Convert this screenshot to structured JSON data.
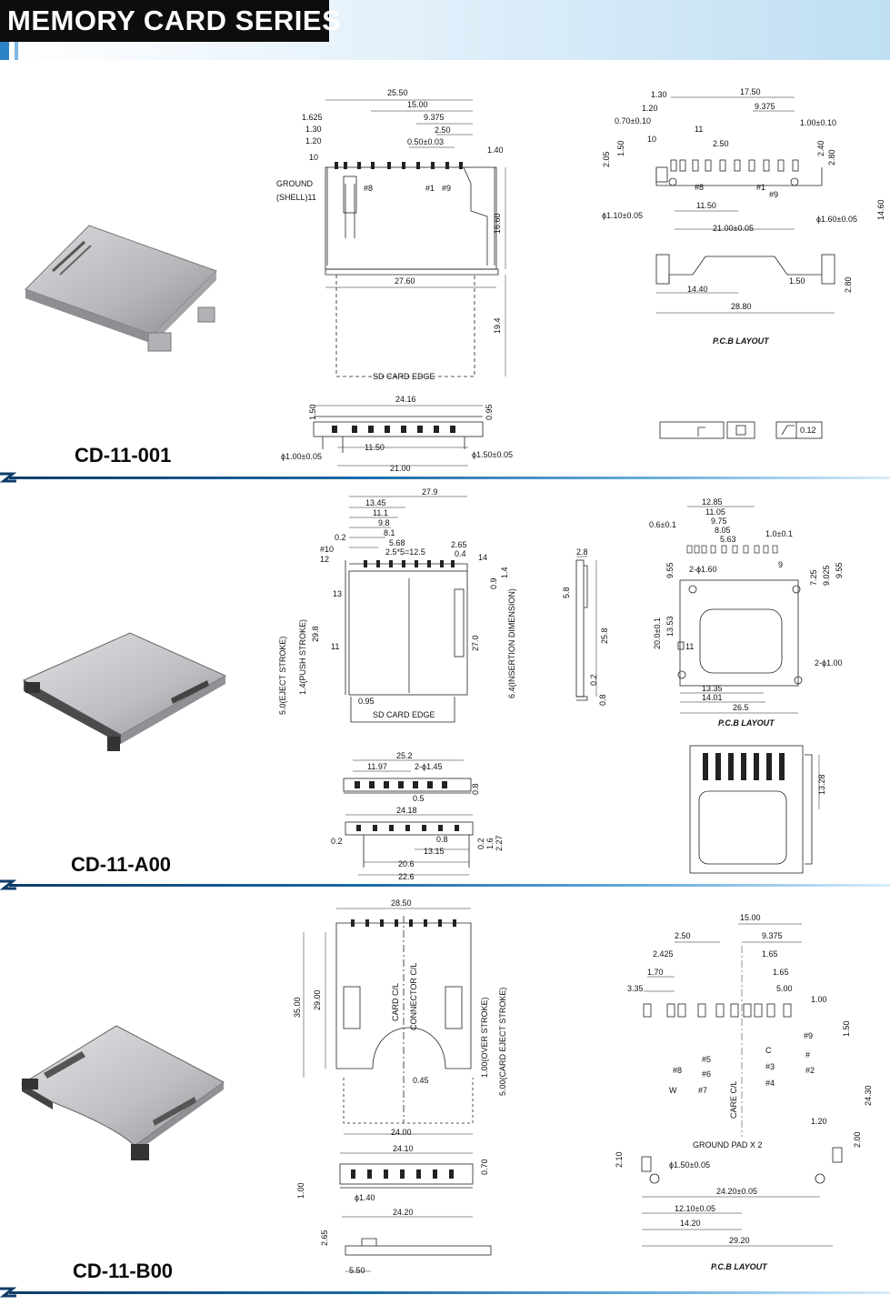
{
  "header": {
    "title": "MEMORY CARD SERIES"
  },
  "sections": [
    {
      "model": "CD-11-001",
      "pcb_label": "P.C.B LAYOUT",
      "card_edge_label": "SD CARD EDGE",
      "dims_top": [
        "25.50",
        "15.00",
        "9.375",
        "2.50",
        "0.50±0.03",
        "1.625",
        "1.30",
        "1.20",
        "10",
        "1.40",
        "16.60",
        "27.60",
        "19.4"
      ],
      "labels_top": [
        "GROUND",
        "(SHELL)11",
        "#8",
        "#1",
        "#9"
      ],
      "dims_front": [
        "24.16",
        "1.50",
        "0.95",
        "11.50",
        "21.00",
        "ϕ1.00±0.05",
        "ϕ1.50±0.05"
      ],
      "pcb_dims": [
        "1.30",
        "1.20",
        "0.70±0.10",
        "10",
        "11",
        "17.50",
        "9.375",
        "1.00±0.10",
        "2.05",
        "1.50",
        "2.50",
        "2.40",
        "2.80",
        "#8",
        "#1",
        "#9",
        "ϕ1.10±0.05",
        "ϕ1.60±0.05",
        "11.50",
        "21.00±0.05",
        "14.60",
        "14.40",
        "1.50",
        "2.80",
        "28.80"
      ],
      "side_dim": "0.12"
    },
    {
      "model": "CD-11-A00",
      "pcb_label": "P.C.B LAYOUT",
      "card_edge_label": "SD CARD EDGE",
      "dims_top": [
        "27.9",
        "13.45",
        "11.1",
        "9.8",
        "8.1",
        "5.68",
        "0.2",
        "#10",
        "12",
        "2.5*5=12.5",
        "2.65",
        "0.4",
        "14",
        "13",
        "11",
        "0.9",
        "1.4",
        "29.8",
        "27.0",
        "0.95"
      ],
      "labels_top": [
        "5.0(EJECT STROKE)",
        "1.4(PUSH STROKE)",
        "6.4(INSERTION DIMENSION)"
      ],
      "dims_front": [
        "25.2",
        "11.97",
        "2-ϕ1.45",
        "0.5",
        "0.8"
      ],
      "dims_bottom": [
        "24.18",
        "0.2",
        "0.8",
        "13.15",
        "20.6",
        "22.6",
        "0.2",
        "1.6",
        "2.27"
      ],
      "side_dims": [
        "2.8",
        "5.8",
        "25.8",
        "0.2",
        "0.8"
      ],
      "pcb_dims": [
        "12.85",
        "11.05",
        "9.75",
        "8.05",
        "5.63",
        "0.6±0.1",
        "1.0±0.1",
        "9",
        "9.55",
        "2-ϕ1.60",
        "7.25",
        "9.025",
        "9.55",
        "13.53",
        "20.0±0.1",
        "11",
        "2-ϕ1.00",
        "13.35",
        "14.01",
        "26.5"
      ],
      "drawing_dim": "13.28"
    },
    {
      "model": "CD-11-B00",
      "pcb_label": "P.C.B LAYOUT",
      "dims_top": [
        "28.50",
        "35.00",
        "29.00",
        "CARD C/L",
        "CONNECTOR C/L",
        "1.00(OVER STROKE)",
        "5.00(CARD EJECT STROKE)",
        "0.45",
        "24.00"
      ],
      "dims_front": [
        "24.10",
        "0.70",
        "1.00",
        "ϕ1.40",
        "24.20"
      ],
      "dims_side": [
        "2.65",
        "5.50"
      ],
      "pcb_dims": [
        "15.00",
        "2.50",
        "9.375",
        "2.425",
        "1.65",
        "1.70",
        "1.65",
        "3.35",
        "5.00",
        "1.00",
        "#9",
        "1.50",
        "C",
        "#",
        "#8",
        "#5",
        "#3",
        "#2",
        "#6",
        "#4",
        "W",
        "#7",
        "CARE C/L",
        "24.30",
        "GROUND PAD X 2",
        "1.20",
        "2.00",
        "2.10",
        "ϕ1.50±0.05",
        "24.20±0.05",
        "12.10±0.05",
        "14.20",
        "29.20"
      ]
    }
  ],
  "colors": {
    "accent": "#1b6aa8",
    "title_bg": "#0d0d0d"
  }
}
